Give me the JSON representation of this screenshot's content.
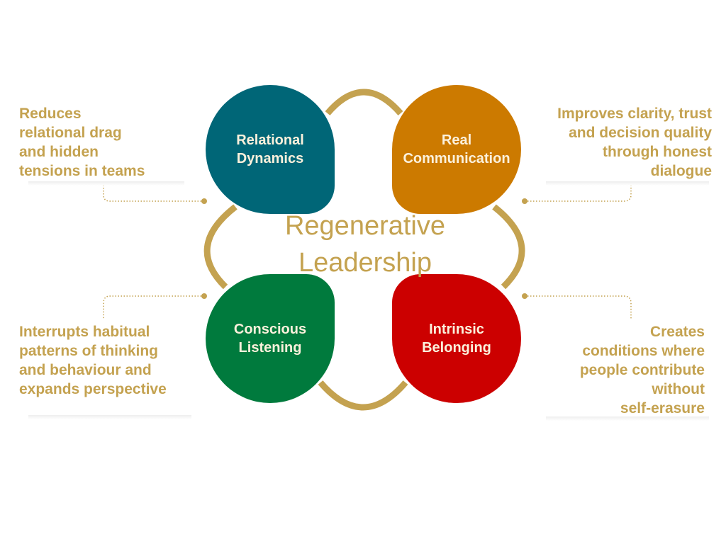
{
  "title": "Regenerative\nLeadership",
  "colors": {
    "gold": "#c4a250",
    "teal": "#006677",
    "orange": "#cc7a00",
    "green": "#007a3d",
    "red": "#cc0000"
  },
  "nodes": [
    {
      "label": "Relational\nDynamics",
      "description": "Reduces\nrelational drag\nand hidden\ntensions in teams"
    },
    {
      "label": "Real\nCommunication",
      "description": "Improves clarity, trust\nand decision quality\nthrough honest\ndialogue"
    },
    {
      "label": "Conscious\nListening",
      "description": "Interrupts habitual\npatterns of thinking\nand behaviour and\nexpands perspective"
    },
    {
      "label": "Intrinsic\nBelonging",
      "description": "Creates\nconditions where\npeople contribute\nwithout\nself-erasure"
    }
  ]
}
